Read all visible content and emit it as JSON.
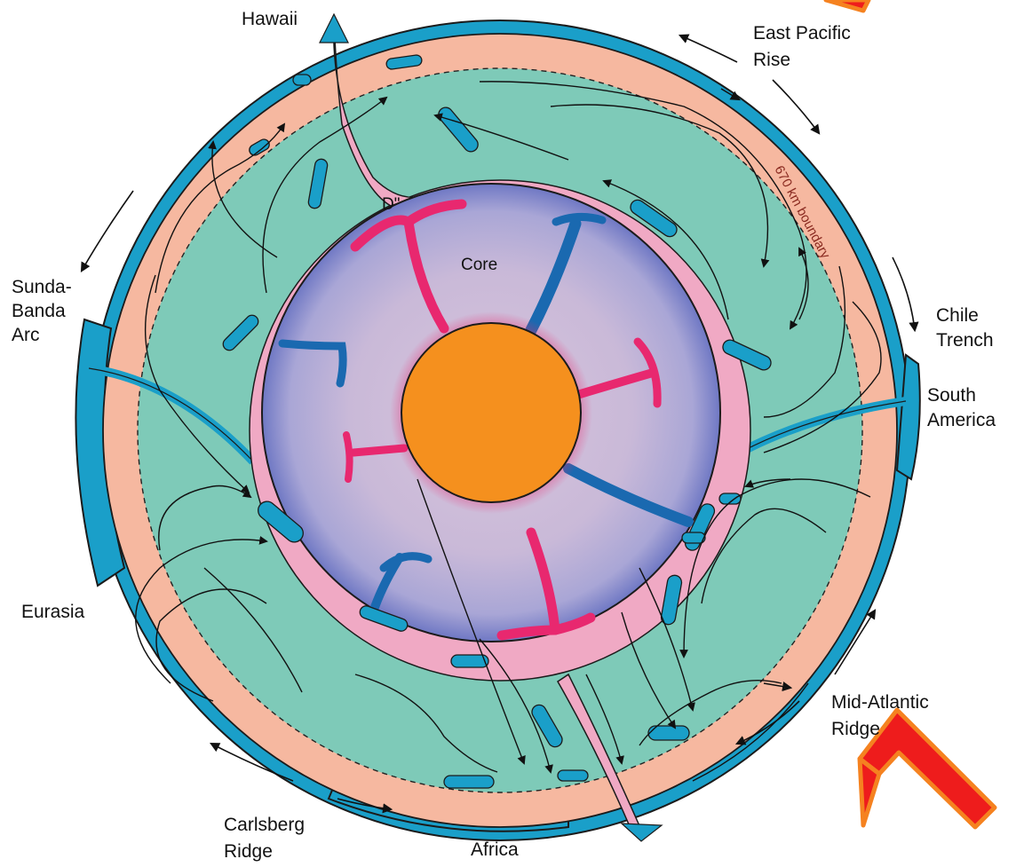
{
  "labels": {
    "hawaii": "Hawaii",
    "east_pacific_rise_1": "East Pacific",
    "east_pacific_rise_2": "Rise",
    "sunda_banda_1": "Sunda-",
    "sunda_banda_2": "Banda",
    "sunda_banda_3": "Arc",
    "chile_trench_1": "Chile",
    "chile_trench_2": "Trench",
    "south_america_1": "South",
    "south_america_2": "America",
    "eurasia": "Eurasia",
    "mid_atlantic_1": "Mid-Atlantic",
    "mid_atlantic_2": "Ridge",
    "carlsberg_1": "Carlsberg",
    "carlsberg_2": "Ridge",
    "africa": "Africa",
    "core": "Core",
    "d_double_prime": "D\"",
    "boundary": "670 km boundary"
  },
  "colors": {
    "crust": "#1a9fc9",
    "upper_mantle": "#f6b8a0",
    "lower_mantle": "#7ecab8",
    "d_layer": "#f0a9c4",
    "outer_core": "#cbbad6",
    "outer_core_edge": "#7b83c7",
    "inner_core": "#f5901e",
    "hot_plume": "#e8286f",
    "cold_slab": "#1a69b0",
    "pointer_arrow": "#ee1c1c",
    "pointer_outline": "#f58220"
  },
  "icons": [
    "pointer-arrow-icon"
  ]
}
